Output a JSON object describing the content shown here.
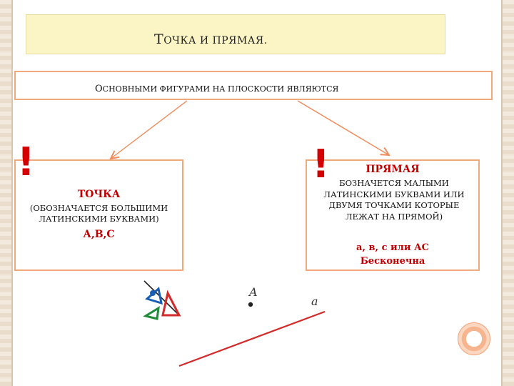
{
  "title": {
    "first": "Т",
    "rest": "ОЧКА И ПРЯМАЯ."
  },
  "subtitle": {
    "first": "О",
    "rest": "СНОВНЫМИ ФИГУРАМИ НА ПЛОСКОСТИ ЯВЛЯЮТСЯ"
  },
  "point_card": {
    "heading": "ТОЧКА",
    "description": "(ОБОЗНАЧАЕТСЯ БОЛЬШИМИ ЛАТИНСКИМИ БУКВАМИ)",
    "examples": "А,В,С"
  },
  "line_card": {
    "heading": "ПРЯМАЯ",
    "description": "БОЗНАЧЕТСЯ МАЛЫМИ ЛАТИНСКИМИ БУКВАМИ ИЛИ ДВУМЯ ТОЧКАМИ КОТОРЫЕ ЛЕЖАТ НА ПРЯМОЙ)",
    "examples_line1": "а, в, с или АС",
    "examples_line2": "Бесконечна"
  },
  "illustration": {
    "point_label": "A",
    "line_label": "a"
  },
  "colors": {
    "accent": "#c00000",
    "border": "#f0a97a",
    "title_bg": "#fbf5c6",
    "line": "#d42a2a"
  },
  "icons": [
    "exclamation-icon",
    "drawing-tools-icon"
  ]
}
